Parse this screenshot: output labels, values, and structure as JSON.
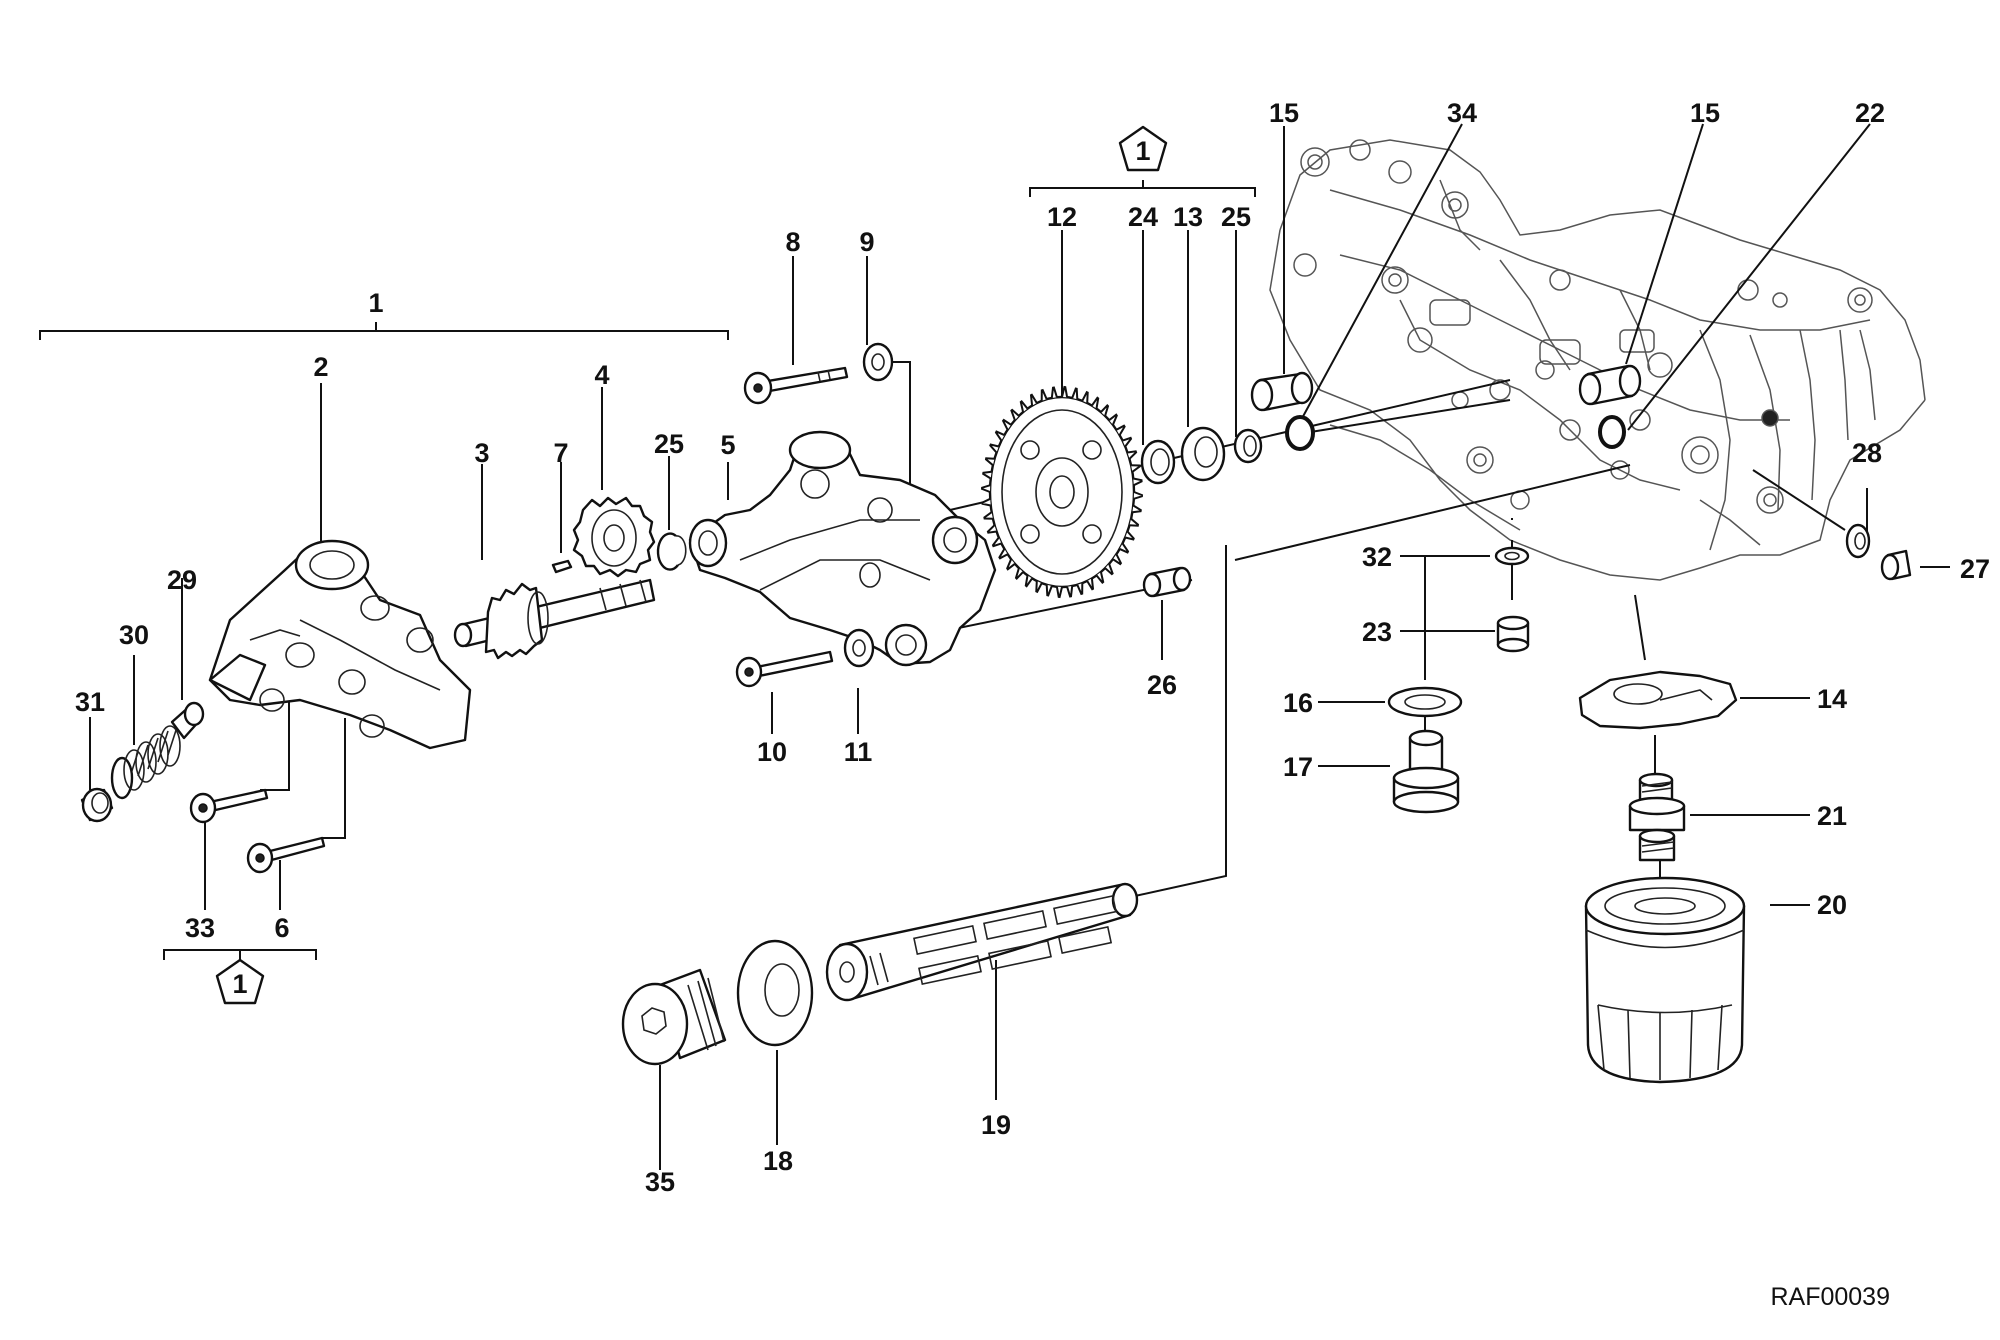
{
  "reference_code": "RAF00039",
  "kit_badge": "1",
  "part_labels": [
    "1",
    "2",
    "3",
    "4",
    "5",
    "6",
    "7",
    "8",
    "9",
    "10",
    "11",
    "12",
    "13",
    "14",
    "15",
    "15",
    "16",
    "17",
    "18",
    "19",
    "20",
    "21",
    "22",
    "23",
    "24",
    "25",
    "25",
    "26",
    "27",
    "28",
    "29",
    "30",
    "31",
    "32",
    "33",
    "34",
    "35"
  ]
}
